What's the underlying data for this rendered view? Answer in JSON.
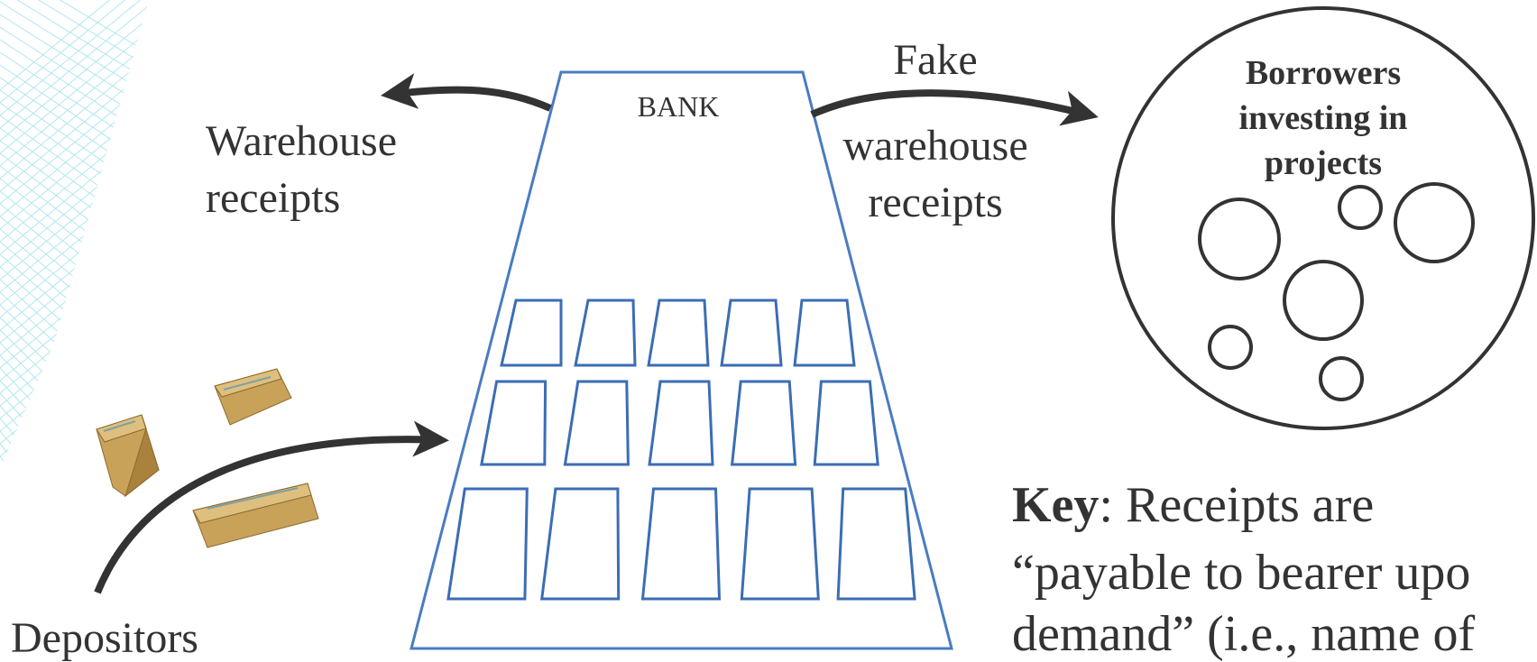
{
  "bank": {
    "title": "BANK"
  },
  "labels": {
    "warehouse_receipts_line1": "Warehouse",
    "warehouse_receipts_line2": "receipts",
    "fake_line1": "Fake",
    "fake_line2": "warehouse",
    "fake_line3": "receipts",
    "depositors": "Depositors"
  },
  "borrowers": {
    "line1": "Borrowers",
    "line2": "investing in",
    "line3": "projects"
  },
  "key": {
    "bold": "Key",
    "line1_rest": ": Receipts are",
    "line2": "“payable to bearer upo",
    "line3": "demand” (i.e., name of"
  },
  "colors": {
    "text": "#333333",
    "arrow": "#333333",
    "building_outline": "#4a7cc0",
    "window_outline": "#3b6db5",
    "box_fill": "#c9a25a",
    "box_dark": "#a9823b",
    "box_light": "#dfbf7d",
    "background_lines": "#6fd3e0"
  }
}
